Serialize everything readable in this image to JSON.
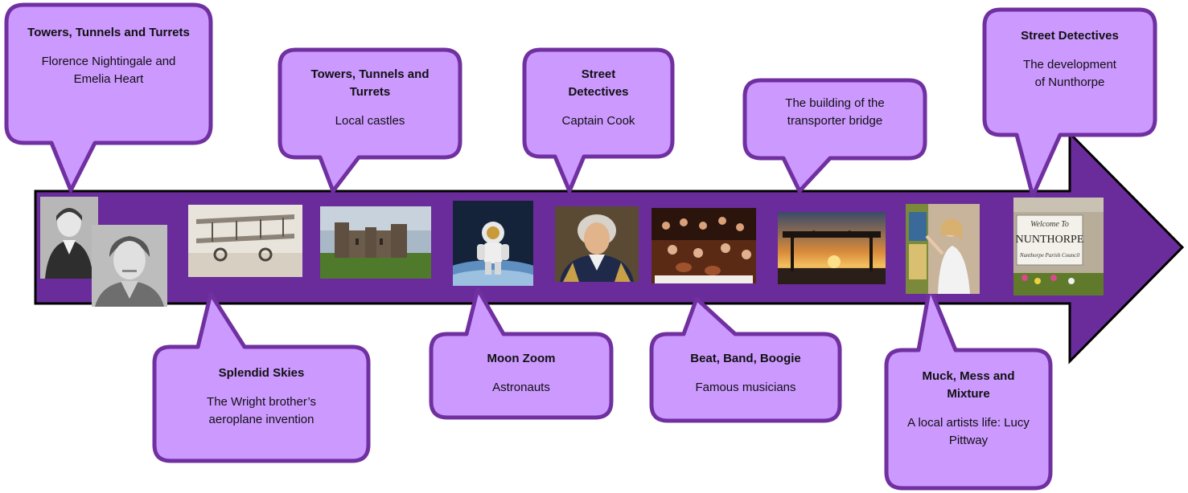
{
  "colors": {
    "arrow_fill": "#6a2c9a",
    "arrow_stroke": "#000000",
    "callout_fill": "#cc99ff",
    "callout_stroke": "#7030a0"
  },
  "callouts": [
    {
      "title": "Towers, Tunnels and Turrets",
      "text": "Florence Nightingale and Emelia Heart"
    },
    {
      "title": "Towers, Tunnels and Turrets",
      "text": "Local castles"
    },
    {
      "title": "Street Detectives",
      "text": "Captain Cook"
    },
    {
      "title": "",
      "text": "The building of the transporter bridge"
    },
    {
      "title": "Street Detectives",
      "text": "The development of Nunthorpe"
    },
    {
      "title": "Splendid Skies",
      "text": "The Wright brother’s aeroplane invention"
    },
    {
      "title": "Moon Zoom",
      "text": "Astronauts"
    },
    {
      "title": "Beat, Band, Boogie",
      "text": "Famous musicians"
    },
    {
      "title": "Muck, Mess and Mixture",
      "text": "A local artists life: Lucy Pittway"
    }
  ],
  "images": [
    {
      "icon": "florence-nightingale-portrait"
    },
    {
      "icon": "amelia-earhart-portrait"
    },
    {
      "icon": "wright-biplane-photo"
    },
    {
      "icon": "castle-photo"
    },
    {
      "icon": "astronaut-photo"
    },
    {
      "icon": "captain-cook-portrait"
    },
    {
      "icon": "orchestra-photo"
    },
    {
      "icon": "transporter-bridge-photo"
    },
    {
      "icon": "artist-painting-photo"
    },
    {
      "icon": "welcome-to-nunthorpe-sign-photo",
      "sign_lines": [
        "Welcome To",
        "NUNTHORPE",
        "Nunthorpe Parish Council"
      ]
    }
  ]
}
